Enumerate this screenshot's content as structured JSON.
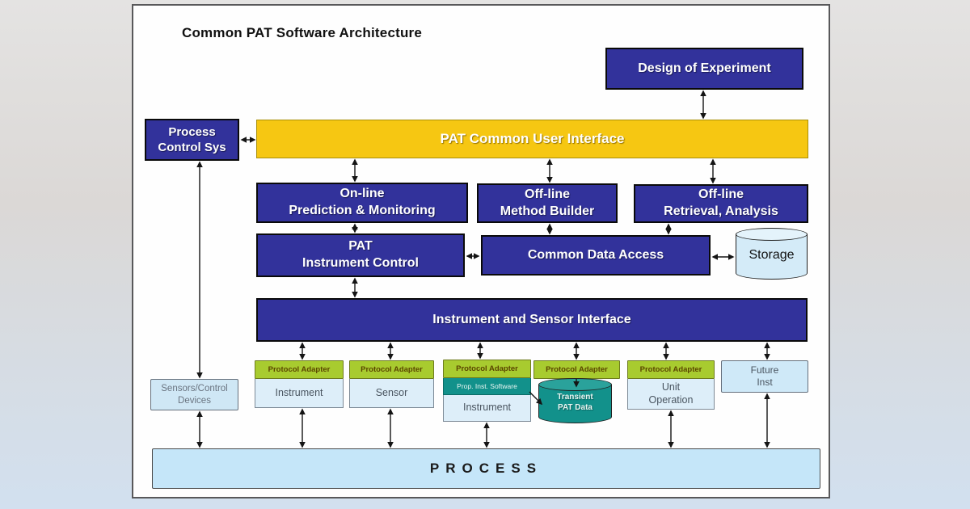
{
  "title": "Common PAT Software Architecture",
  "labels": {
    "protocol_adapter": "Protocol Adapter"
  },
  "nodes": {
    "design_of_experiment": {
      "label": "Design of Experiment"
    },
    "process_control_sys": {
      "lines": [
        "Process",
        "Control Sys"
      ]
    },
    "pat_common_user_interface": {
      "label": "PAT Common User Interface"
    },
    "online_prediction_monitoring": {
      "lines": [
        "On-line",
        "Prediction & Monitoring"
      ]
    },
    "offline_method_builder": {
      "lines": [
        "Off-line",
        "Method Builder"
      ]
    },
    "offline_retrieval_analysis": {
      "lines": [
        "Off-line",
        "Retrieval, Analysis"
      ]
    },
    "pat_instrument_control": {
      "lines": [
        "PAT",
        "Instrument Control"
      ]
    },
    "common_data_access": {
      "label": "Common Data Access"
    },
    "storage": {
      "label": "Storage"
    },
    "instrument_sensor_interface": {
      "label": "Instrument and Sensor Interface"
    },
    "adapter_instrument": {
      "label": "Instrument"
    },
    "adapter_sensor": {
      "label": "Sensor"
    },
    "adapter_prop_inst": {
      "band": "Prop. Inst. Software",
      "label": "Instrument"
    },
    "transient_pat_data": {
      "lines": [
        "Transient",
        "PAT Data"
      ]
    },
    "unit_operation": {
      "lines": [
        "Unit",
        "Operation"
      ]
    },
    "future_inst": {
      "lines": [
        "Future",
        "Inst"
      ]
    },
    "sensors_control_devices": {
      "lines": [
        "Sensors/Control",
        "Devices"
      ]
    },
    "process": {
      "label": "PROCESS"
    }
  },
  "colors": {
    "node_dark_blue": "#32329b",
    "ui_bar_yellow": "#f6c712",
    "adapter_green": "#a8cb2f",
    "teal": "#12918b",
    "light_blue_box": "#cfe9f8",
    "process_bar_blue": "#c5e6f9",
    "canvas_white": "#fefefe"
  }
}
